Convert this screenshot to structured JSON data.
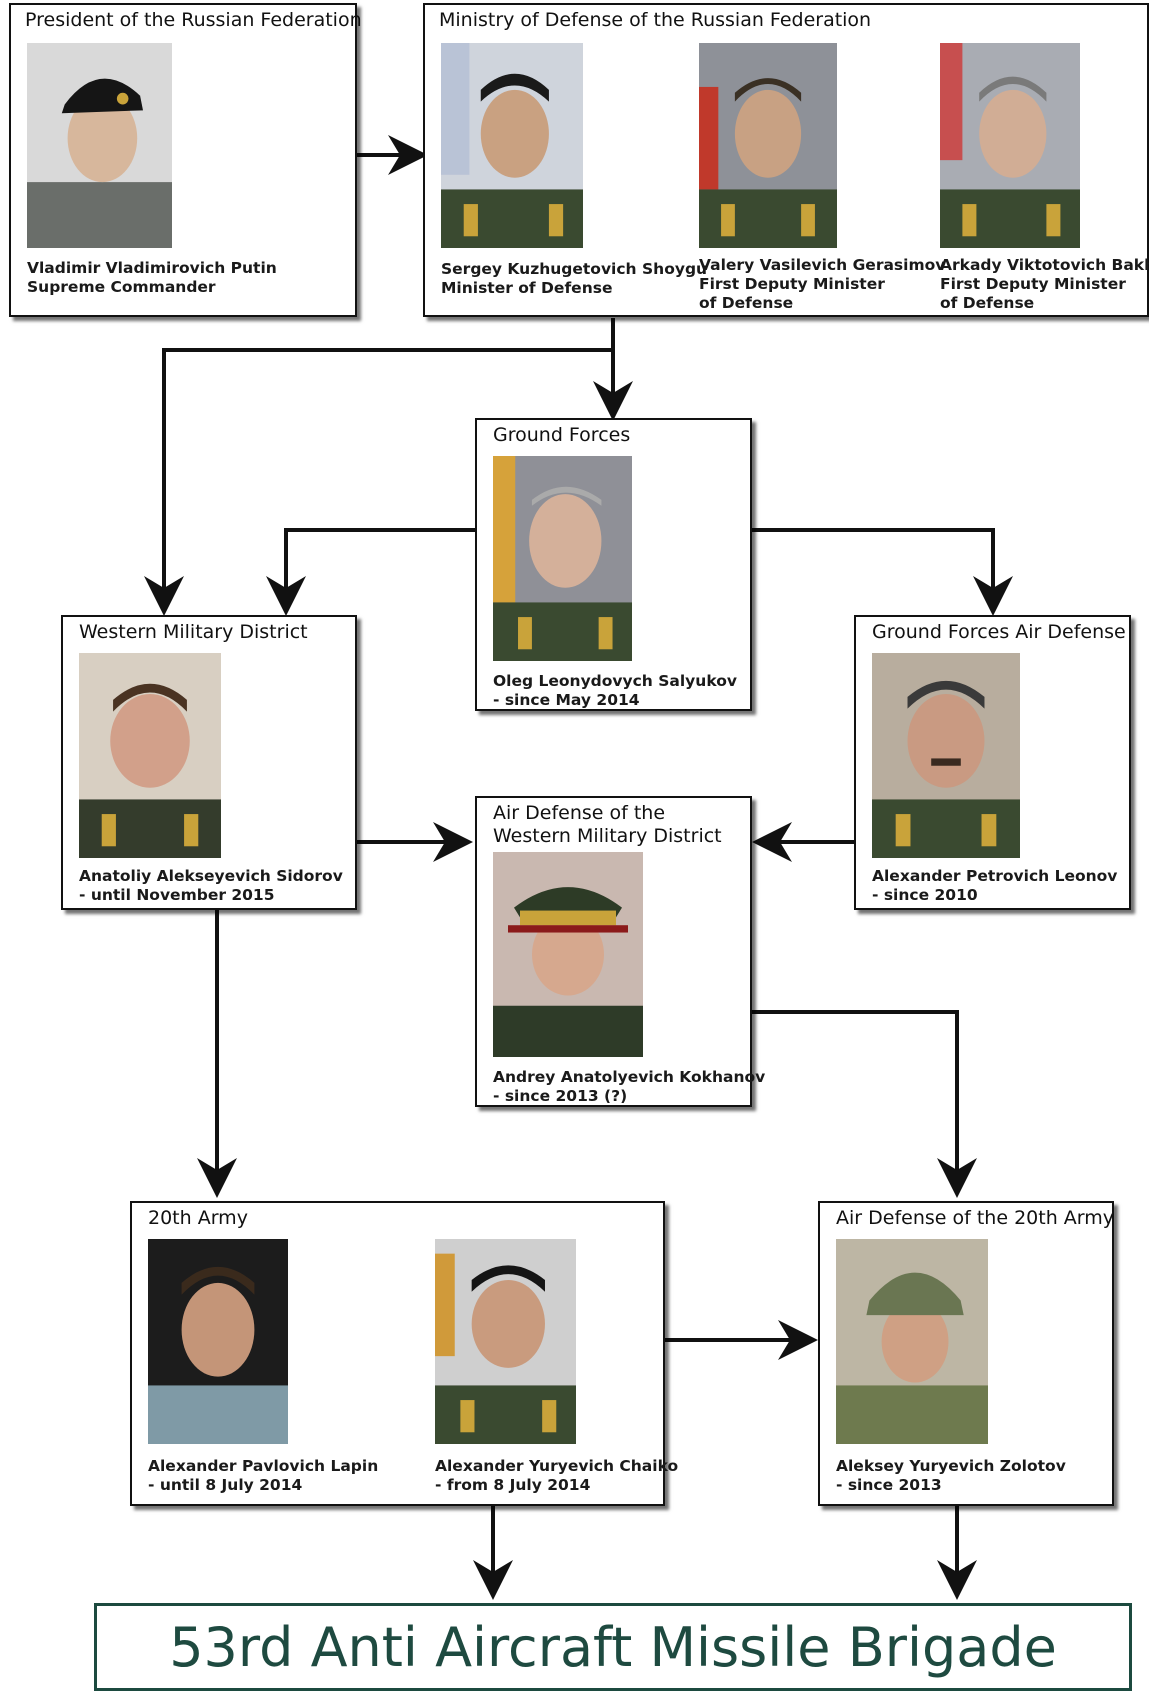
{
  "president": {
    "title": "President of the Russian Federation",
    "person": {
      "name": "Vladimir Vladimirovich Putin",
      "role": "Supreme Commander"
    }
  },
  "ministry": {
    "title": "Ministry of Defense of the Russian Federation",
    "people": [
      {
        "name": "Sergey Kuzhugetovich Shoygu",
        "role": "Minister of Defense",
        "role2": ""
      },
      {
        "name": "Valery Vasilevich Gerasimov",
        "role": "First Deputy Minister",
        "role2": "of Defense"
      },
      {
        "name": "Arkady Viktotovich Bakhin",
        "role": "First Deputy Minister",
        "role2": "of Defense"
      }
    ]
  },
  "ground_forces": {
    "title": "Ground Forces",
    "person": {
      "name": "Oleg Leonydovych Salyukov",
      "role": "- since May 2014"
    }
  },
  "western_district": {
    "title": "Western Military District",
    "person": {
      "name": "Anatoliy Alekseyevich Sidorov",
      "role": "- until November 2015"
    }
  },
  "gf_air_defense": {
    "title": "Ground Forces Air Defense",
    "person": {
      "name": "Alexander Petrovich Leonov",
      "role": "- since 2010"
    }
  },
  "wmd_air_defense": {
    "title_line1": "Air Defense of the",
    "title_line2": "Western Military District",
    "person": {
      "name": "Andrey Anatolyevich Kokhanov",
      "role": "- since  2013 (?)"
    }
  },
  "army20": {
    "title": "20th Army",
    "people": [
      {
        "name": "Alexander Pavlovich Lapin",
        "role": "- until 8 July 2014"
      },
      {
        "name": "Alexander Yuryevich Chaiko",
        "role": "- from 8 July 2014"
      }
    ]
  },
  "army20_air_defense": {
    "title": "Air Defense of the 20th Army",
    "person": {
      "name": "Aleksey Yuryevich Zolotov",
      "role": "- since 2013"
    }
  },
  "brigade": {
    "label": "53rd Anti Aircraft Missile Brigade"
  },
  "colors": {
    "brigade_text": "#1e4a40",
    "brigade_border": "#1c4a3f",
    "line": "#111111"
  }
}
